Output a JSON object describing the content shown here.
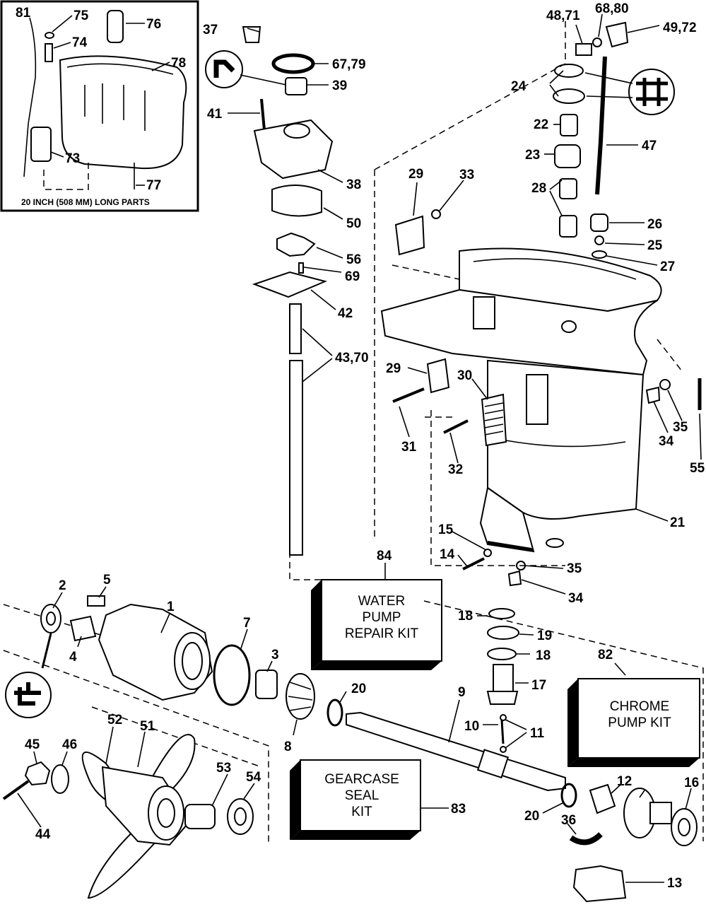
{
  "inset": {
    "caption": "20 INCH (508 MM) LONG PARTS",
    "labels": [
      "81",
      "75",
      "74",
      "76",
      "78",
      "73",
      "77"
    ]
  },
  "kits": {
    "water_pump": [
      "WATER",
      "PUMP",
      "REPAIR KIT"
    ],
    "chrome_pump": [
      "CHROME",
      "PUMP KIT"
    ],
    "gearcase_seal": [
      "GEARCASE",
      "SEAL",
      "KIT"
    ]
  },
  "callouts": {
    "l37": "37",
    "l6779": "67,79",
    "l39": "39",
    "l41": "41",
    "l38": "38",
    "l50": "50",
    "l56": "56",
    "l69": "69",
    "l42": "42",
    "l4370": "43,70",
    "l4871": "48,71",
    "l6880": "68,80",
    "l4972": "49,72",
    "l24": "24",
    "l22": "22",
    "l23": "23",
    "l47": "47",
    "l28": "28",
    "l26": "26",
    "l25": "25",
    "l27": "27",
    "l29a": "29",
    "l33": "33",
    "l29b": "29",
    "l30": "30",
    "l31": "31",
    "l32": "32",
    "l34a": "34",
    "l35a": "35",
    "l55": "55",
    "l21": "21",
    "l15": "15",
    "l14": "14",
    "l35b": "35",
    "l34b": "34",
    "l84": "84",
    "l2": "2",
    "l5": "5",
    "l1": "1",
    "l4": "4",
    "l7": "7",
    "l3": "3",
    "l20a": "20",
    "l8": "8",
    "l9": "9",
    "l18a": "18",
    "l19": "19",
    "l18b": "18",
    "l17": "17",
    "l10": "10",
    "l11": "11",
    "l82": "82",
    "l52": "52",
    "l51": "51",
    "l45": "45",
    "l46": "46",
    "l53": "53",
    "l54": "54",
    "l44": "44",
    "l83": "83",
    "l12": "12",
    "l16": "16",
    "l20b": "20",
    "l36": "36",
    "l13": "13"
  }
}
